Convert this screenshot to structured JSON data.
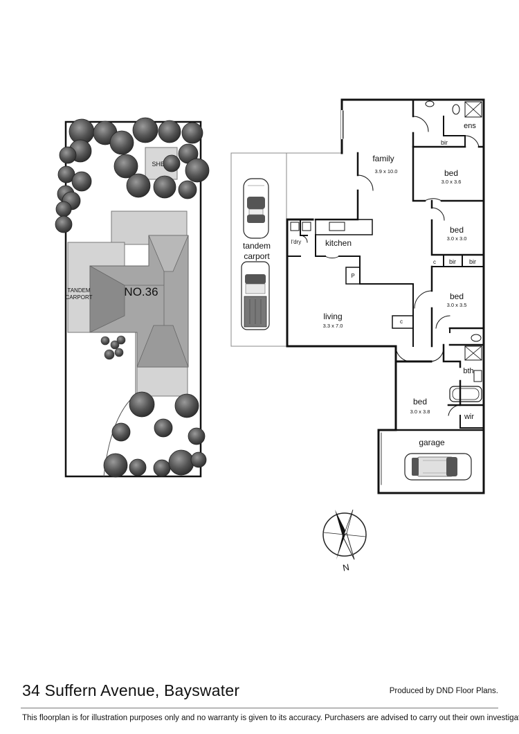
{
  "site_plan": {
    "shed_label": "SHED",
    "carport_label_line1": "TANDEM",
    "carport_label_line2": "CARPORT",
    "house_number": "NO.36"
  },
  "floor_plan": {
    "family": {
      "label": "family",
      "dims": "3.9 x 10.0"
    },
    "ensuite": "ens",
    "bir_top": "bir",
    "bed1": {
      "label": "bed",
      "dims": "3.0 x 3.6"
    },
    "bed2": {
      "label": "bed",
      "dims": "3.0 x 3.0"
    },
    "cupboard_c": "c",
    "bir_mid_1": "bir",
    "bir_mid_2": "bir",
    "bed3": {
      "label": "bed",
      "dims": "3.0 x 3.5"
    },
    "laundry": "l'dry",
    "kitchen": "kitchen",
    "pantry": "P",
    "carport_line1": "tandem",
    "carport_line2": "carport",
    "living": {
      "label": "living",
      "dims": "3.3 x 7.0"
    },
    "living_cupboard": "c",
    "bathroom": "bth",
    "bed4": {
      "label": "bed",
      "dims": "3.0 x 3.8"
    },
    "wir": "wir",
    "garage": "garage"
  },
  "compass": {
    "label": "N"
  },
  "footer": {
    "address": "34 Suffern Avenue, Bayswater",
    "produced_by": "Produced by DND Floor Plans.",
    "disclaimer": "This floorplan is for illustration purposes only and no warranty is given to its accuracy. Purchasers are advised to carry out their own investigations."
  }
}
